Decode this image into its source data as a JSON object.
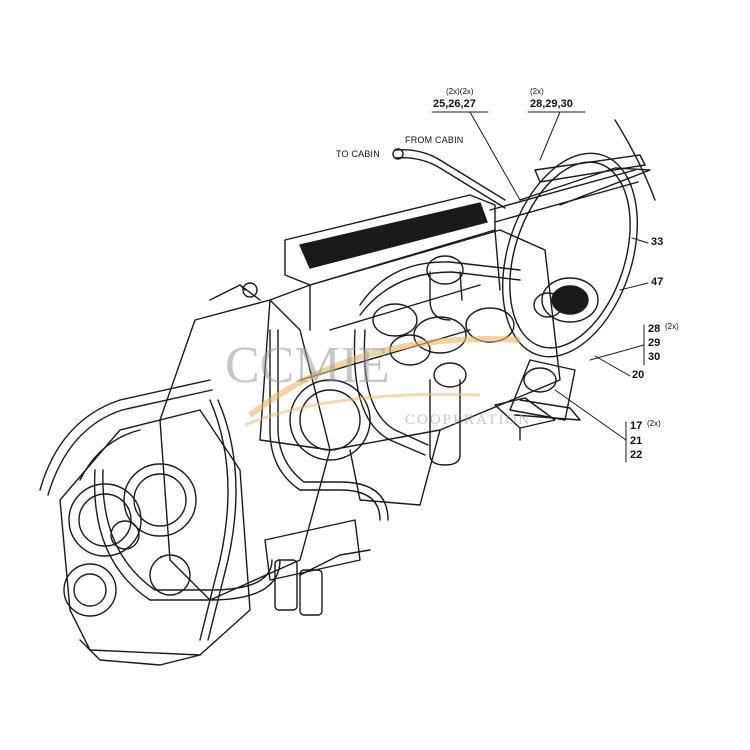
{
  "callouts": {
    "group_25_27": {
      "qty": "(2x)(2x)",
      "nums": "25,26,27"
    },
    "group_28_30": {
      "qty": "(2x)",
      "nums": "28,29,30"
    },
    "item_33": "33",
    "item_47": "47",
    "stack_28_30": {
      "a": "28",
      "a_qty": "(2x)",
      "b": "29",
      "c": "30"
    },
    "item_20": "20",
    "stack_17_22": {
      "a": "17",
      "a_qty": "(2x)",
      "b": "21",
      "c": "22"
    }
  },
  "hoses": {
    "to_cabin": "TO CABIN",
    "from_cabin": "FROM CABIN"
  },
  "watermark": {
    "brand": "CCMIE",
    "sub": "COOPERATION"
  },
  "colors": {
    "line": "#1a1a1a",
    "watermark_swoosh": "#e8b860",
    "watermark_text": "#9a9a9a"
  }
}
